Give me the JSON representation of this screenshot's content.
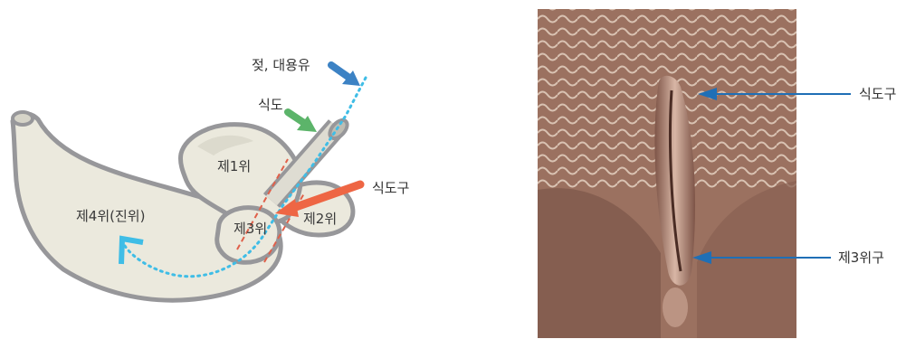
{
  "diagram": {
    "labels": {
      "milk": "젖, 대용유",
      "esophagus": "식도",
      "esophageal_groove_left": "식도구",
      "rumen": "제1위",
      "reticulum": "제2위",
      "omasum": "제3위",
      "abomasum": "제4위(진위)"
    },
    "colors": {
      "organ_fill": "#ebe9dd",
      "organ_outline": "#97979a",
      "milk_arrow": "#3c82c4",
      "esophagus_arrow": "#5cb46a",
      "groove_arrow": "#ee6644",
      "groove_dashes": "#e0604a",
      "flow_path": "#3fbde6",
      "photo_arrow": "#1f6fb6"
    }
  },
  "photo": {
    "labels": {
      "esophageal_groove": "식도구",
      "omasal_groove": "제3위구"
    }
  }
}
